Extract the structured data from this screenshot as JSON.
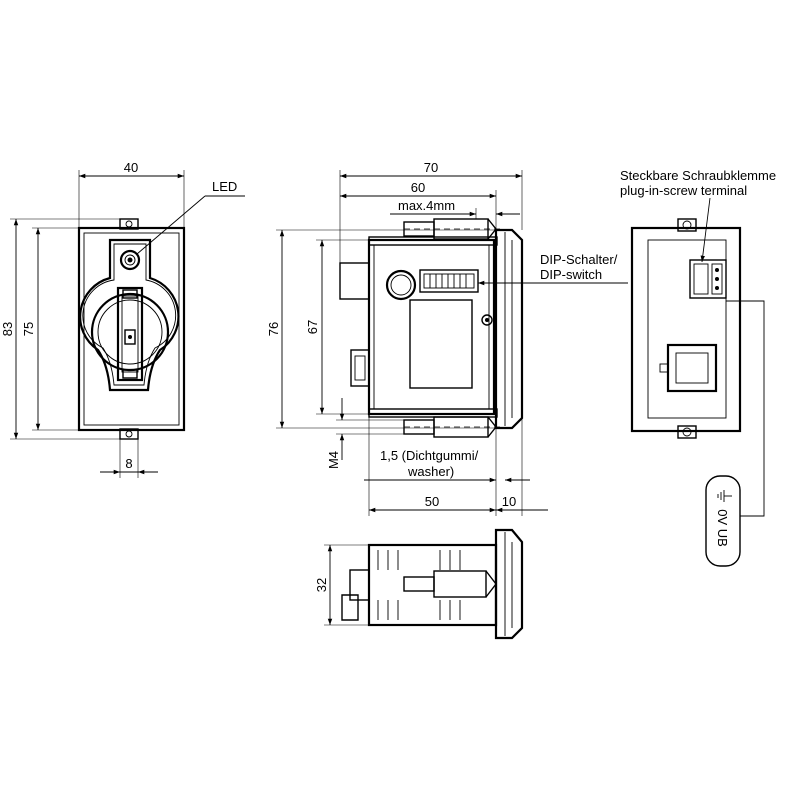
{
  "dimensions": {
    "front_width": "40",
    "front_height_outer": "83",
    "front_height_inner": "75",
    "front_slot_width": "8",
    "side_total_width": "70",
    "side_body_width": "60",
    "side_max_thickness": "max.4mm",
    "side_height_outer": "76",
    "side_height_inner": "67",
    "side_thread": "M4",
    "side_body_depth": "50",
    "side_front_depth": "10",
    "bottom_height": "32"
  },
  "labels": {
    "led": "LED",
    "dip_line1": "DIP-Schalter/",
    "dip_line2": "DIP-switch",
    "washer_line1": "1,5 (Dichtgummi/",
    "washer_line2": "washer)",
    "terminal_line1": "Steckbare Schraubklemme",
    "terminal_line2": "plug-in-screw terminal",
    "ground_label": "0V UB"
  }
}
